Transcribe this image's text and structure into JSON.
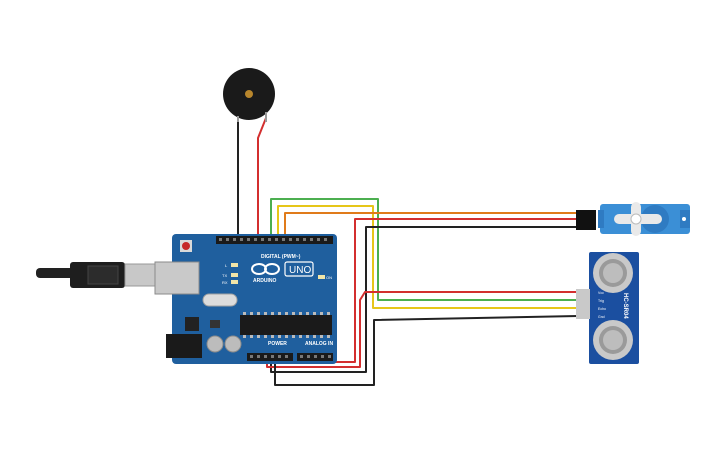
{
  "arduino": {
    "brand": "ARDUINO",
    "model": "UNO",
    "digital_label": "DIGITAL (PWM~)",
    "power_label": "POWER",
    "analog_label": "ANALOG IN",
    "led_labels": [
      "L",
      "TX",
      "RX"
    ],
    "on_label": "ON",
    "board_color": "#1f5f9e"
  },
  "sensor": {
    "model": "HC-SR04",
    "pin_labels": [
      "Vcc",
      "Trig",
      "Echo",
      "Gnd"
    ],
    "board_color": "#1b4fa0"
  },
  "servo": {
    "body_color": "#3b8fd6"
  },
  "buzzer": {
    "body_color": "#1a1a1a"
  },
  "wire_colors": {
    "red": "#d32f2f",
    "black": "#222222",
    "green": "#4caf50",
    "yellow": "#e6c619",
    "orange": "#e07b1a"
  }
}
